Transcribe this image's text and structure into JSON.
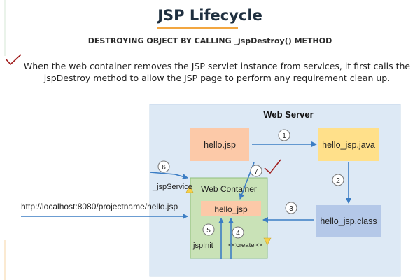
{
  "header": {
    "title": "JSP Lifecycle",
    "subtitle": "DESTROYING OBJECT BY CALLING _jspDestroy() METHOD",
    "description": "When the web container removes the JSP servlet instance from services, it first calls the jspDestroy method to allow the JSP page to perform any requirement clean up."
  },
  "diagram": {
    "server_label": "Web Server",
    "container_label": "Web Container",
    "nodes": {
      "hello_jsp_file": "hello.jsp",
      "hello_jsp_java": "hello_jsp.java",
      "hello_jsp_class": "hello_jsp.class",
      "hello_jsp_servlet": "hello_jsp"
    },
    "url": "http://localhost:8080/projectname/hello.jsp",
    "labels": {
      "jsp_service": "_jspService",
      "jsp_init": "jspInit",
      "create": "<<create>>"
    },
    "steps": [
      "1",
      "2",
      "3",
      "4",
      "5",
      "6",
      "7"
    ]
  },
  "colors": {
    "server_bg": "#dde9f5",
    "container_bg": "#c9e2b7",
    "jsp_box": "#fcc9a8",
    "java_box": "#ffe08a",
    "class_box": "#b4c8e8",
    "arrow": "#3b7dc4",
    "checkmark": "#a01b1b",
    "title_underline": "#f2a640"
  }
}
